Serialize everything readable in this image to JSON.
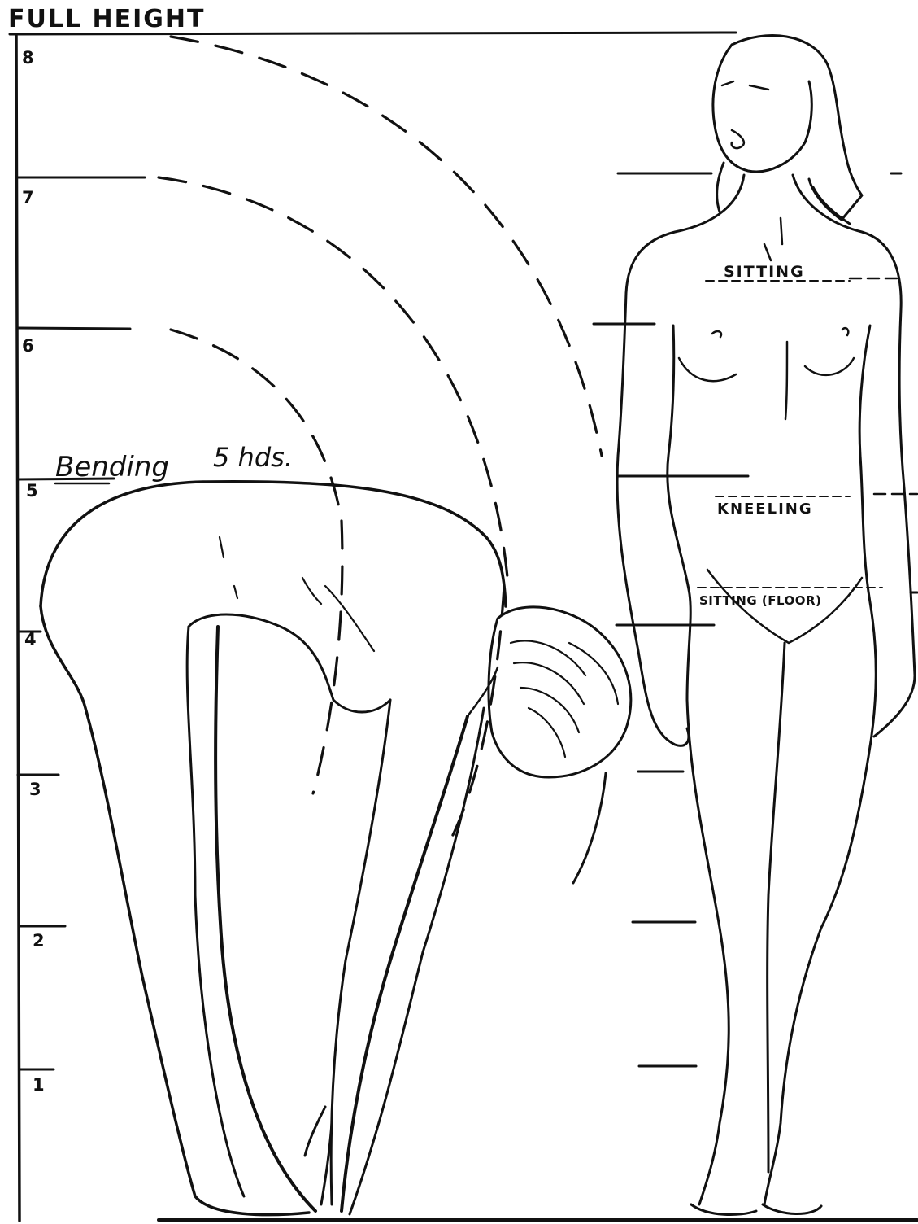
{
  "title": "FULL HEIGHT",
  "scale": {
    "ticks": [
      "8",
      "7",
      "6",
      "5",
      "4",
      "3",
      "2",
      "1"
    ]
  },
  "labels": {
    "bending": "Bending",
    "bending_value": "5 hds.",
    "sitting": "SITTING",
    "kneeling": "KNEELING",
    "sitting_floor": "SITTING (FLOOR)"
  }
}
